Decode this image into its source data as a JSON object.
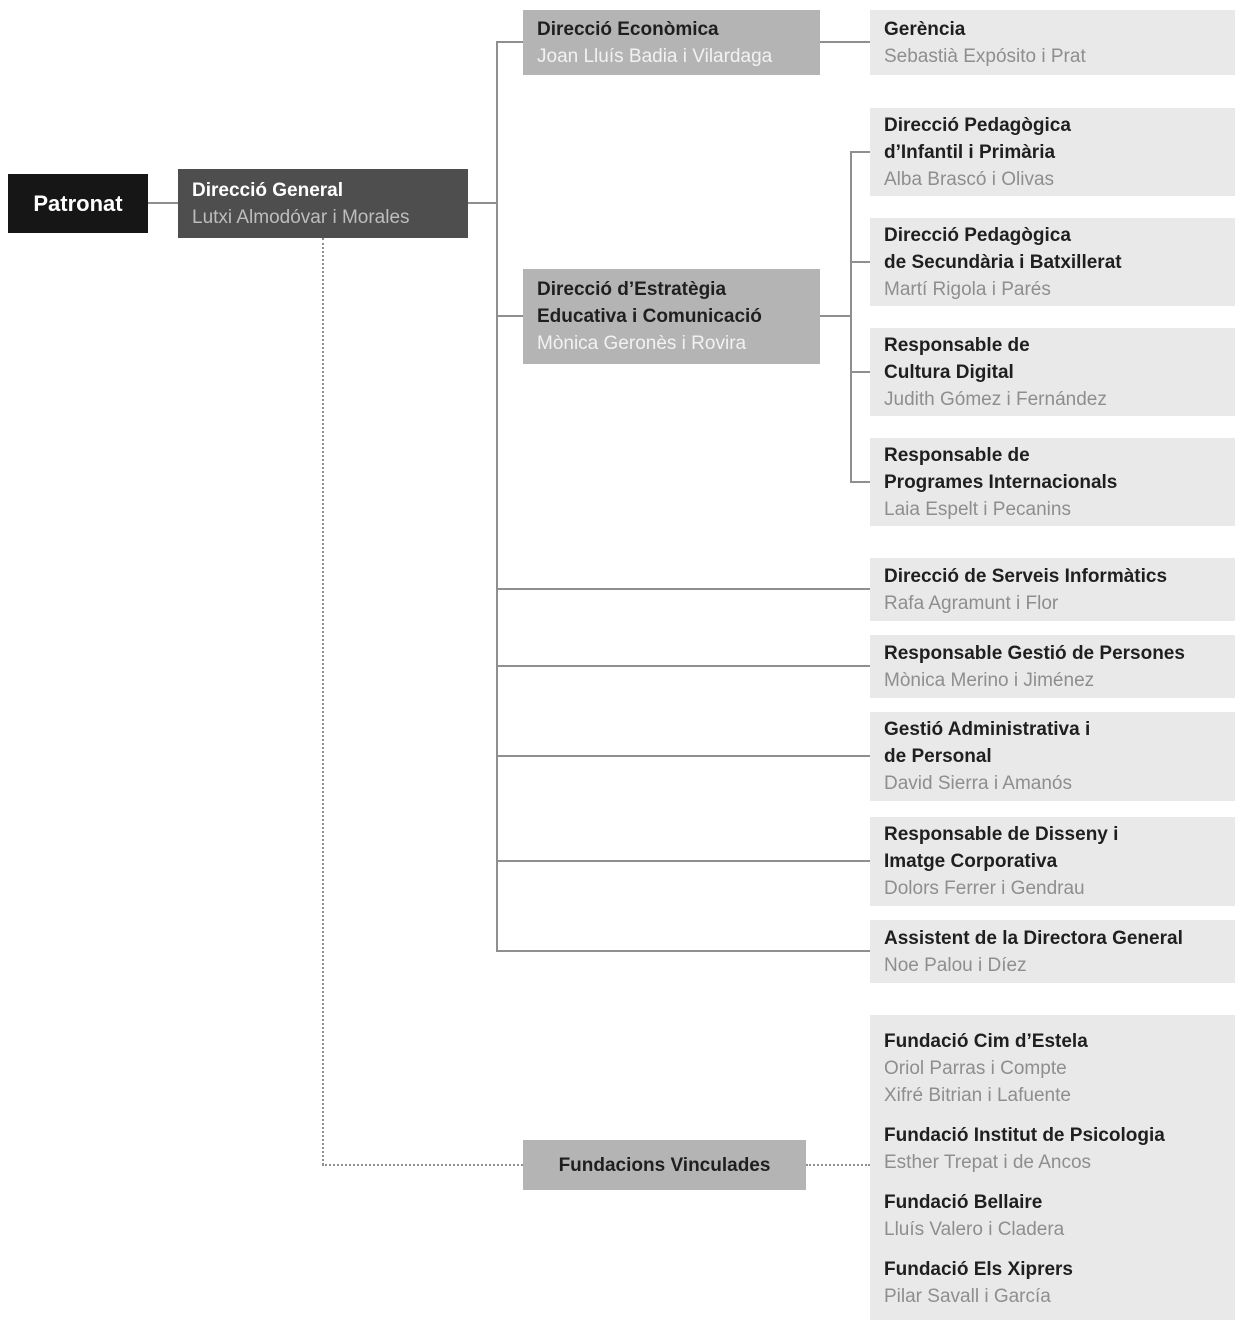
{
  "colors": {
    "black_box": "#161616",
    "dark_box": "#4e4e4e",
    "mid_box": "#b4b4b4",
    "light_box": "#e9e9e9",
    "line": "#8f8f8f",
    "title_dark": "#1f1f1f",
    "person_gray": "#8e8e8e",
    "person_light": "#f2f2f2",
    "person_on_dark": "#bdbdbd"
  },
  "patronat": {
    "title": "Patronat"
  },
  "direccio_general": {
    "title": "Direcció General",
    "person": "Lutxi Almodóvar i Morales"
  },
  "direccio_economica": {
    "title": "Direcció Econòmica",
    "person": "Joan Lluís Badia i Vilardaga"
  },
  "gerencia": {
    "title": "Gerència",
    "person": "Sebastià Expósito i Prat"
  },
  "estrategia": {
    "title_line1": "Direcció d’Estratègia",
    "title_line2": "Educativa i Comunicació",
    "person": "Mònica Geronès i Rovira"
  },
  "pedagogy": [
    {
      "title_line1": "Direcció Pedagògica",
      "title_line2": "d’Infantil i Primària",
      "person": "Alba Brascó i Olivas"
    },
    {
      "title_line1": "Direcció Pedagògica",
      "title_line2": "de Secundària i Batxillerat",
      "person": "Martí Rigola i Parés"
    },
    {
      "title_line1": "Responsable de",
      "title_line2": "Cultura Digital",
      "person": "Judith Gómez i Fernández"
    },
    {
      "title_line1": "Responsable de",
      "title_line2": "Programes Internacionals",
      "person": "Laia Espelt i Pecanins"
    }
  ],
  "staff": [
    {
      "title_line1": "Direcció de Serveis Informàtics",
      "person": "Rafa Agramunt i Flor"
    },
    {
      "title_line1": "Responsable Gestió de Persones",
      "person": "Mònica Merino i Jiménez"
    },
    {
      "title_line1": "Gestió Administrativa i",
      "title_line2": "de Personal",
      "person": "David Sierra i Amanós"
    },
    {
      "title_line1": "Responsable de Disseny i",
      "title_line2": "Imatge Corporativa",
      "person": "Dolors Ferrer i Gendrau"
    },
    {
      "title_line1": "Assistent de la Directora General",
      "person": "Noe Palou i Díez"
    }
  ],
  "fundacions_vinculades": {
    "title": "Fundacions Vinculades"
  },
  "fundacions": [
    {
      "title": "Fundació Cim d’Estela",
      "person1": "Oriol Parras i Compte",
      "person2": "Xifré Bitrian i Lafuente"
    },
    {
      "title": "Fundació Institut de Psicologia",
      "person1": "Esther Trepat i de Ancos"
    },
    {
      "title": "Fundació Bellaire",
      "person1": "Lluís Valero i Cladera"
    },
    {
      "title": "Fundació Els Xiprers",
      "person1": "Pilar Savall i García"
    }
  ]
}
